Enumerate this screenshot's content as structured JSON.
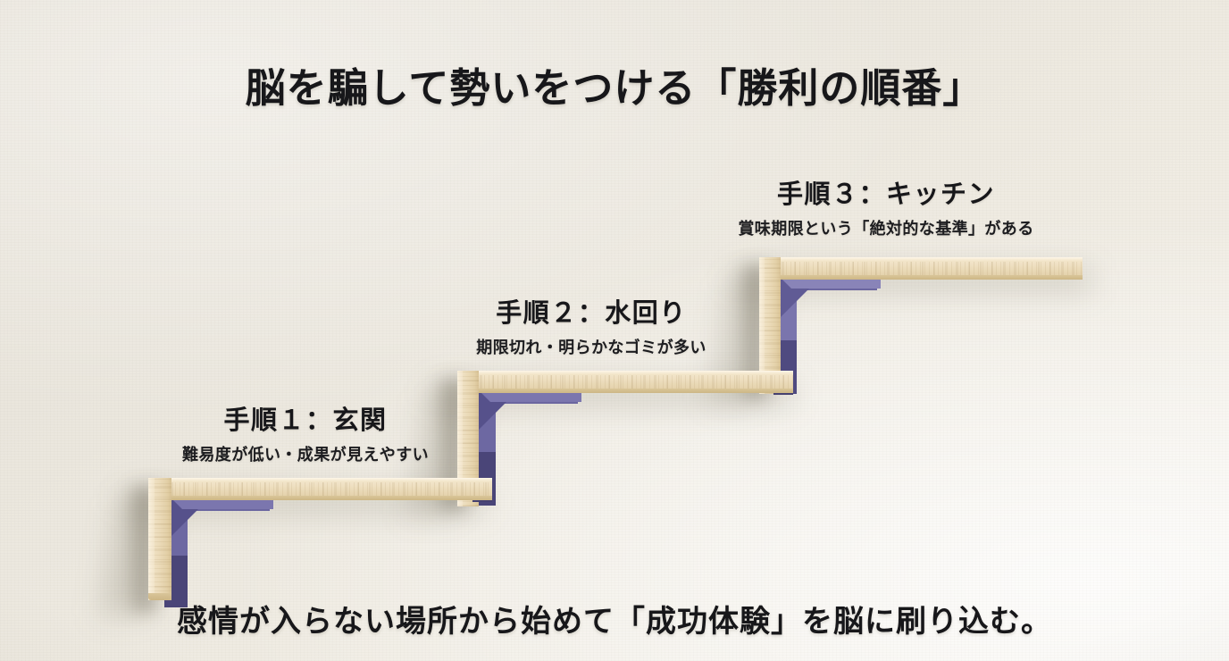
{
  "page": {
    "title": "脳を騙して勢いをつける「勝利の順番」",
    "footer": "感情が入らない場所から始めて「成功体験」を脳に刷り込む。"
  },
  "steps": [
    {
      "id": "step-1",
      "title": "手順１：玄関",
      "subtitle": "難易度が低い・成果が見えやすい"
    },
    {
      "id": "step-2",
      "title": "手順２：水回り",
      "subtitle": "期限切れ・明らかなゴミが多い"
    },
    {
      "id": "step-3",
      "title": "手順３：キッチン",
      "subtitle": "賞味期限という「絶対的な基準」がある"
    }
  ],
  "colors": {
    "wall": "#eae6dd",
    "wood_light": "#f6ead2",
    "wood_mid": "#e5d3ad",
    "wood_dark": "#d8c296",
    "accent_purple": "#55508a",
    "accent_purple_light": "#6b66a0",
    "text": "#17171a",
    "shadow": "#605848"
  }
}
